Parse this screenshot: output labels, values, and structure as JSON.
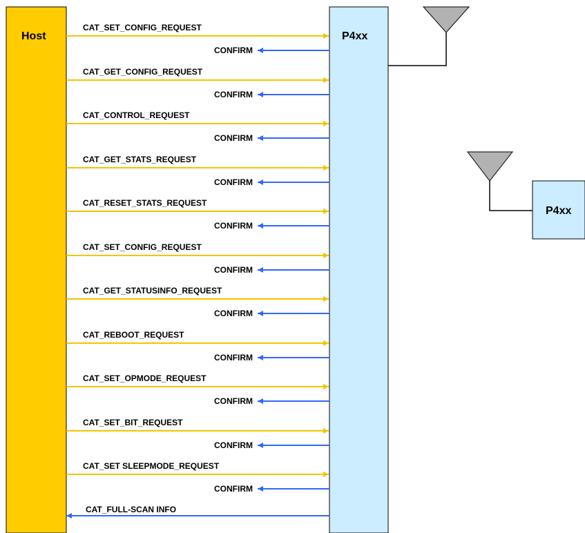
{
  "host": {
    "label": "Host"
  },
  "device": {
    "label": "P4xx"
  },
  "remote_device": {
    "label": "P4xx"
  },
  "colors": {
    "host_fill": "#FFCC00",
    "device_fill": "#CCECFF",
    "request_arrow": "#F5C400",
    "confirm_arrow": "#3366FF",
    "antenna_fill": "#B2B2B2"
  },
  "messages": [
    {
      "request": "CAT_SET_CONFIG_REQUEST",
      "confirm": "CONFIRM"
    },
    {
      "request": "CAT_GET_CONFIG_REQUEST",
      "confirm": "CONFIRM"
    },
    {
      "request": "CAT_CONTROL_REQUEST",
      "confirm": "CONFIRM"
    },
    {
      "request": "CAT_GET_STATS_REQUEST",
      "confirm": "CONFIRM"
    },
    {
      "request": "CAT_RESET_STATS_REQUEST",
      "confirm": "CONFIRM"
    },
    {
      "request": "CAT_SET_CONFIG_REQUEST",
      "confirm": "CONFIRM"
    },
    {
      "request": "CAT_GET_STATUSINFO_REQUEST",
      "confirm": "CONFIRM"
    },
    {
      "request": "CAT_REBOOT_REQUEST",
      "confirm": "CONFIRM"
    },
    {
      "request": "CAT_SET_OPMODE_REQUEST",
      "confirm": "CONFIRM"
    },
    {
      "request": "CAT_SET_BIT_REQUEST",
      "confirm": "CONFIRM"
    },
    {
      "request": "CAT_SET SLEEPMODE_REQUEST",
      "confirm": "CONFIRM"
    }
  ],
  "indication": {
    "label": "CAT_FULL-SCAN INFO"
  }
}
